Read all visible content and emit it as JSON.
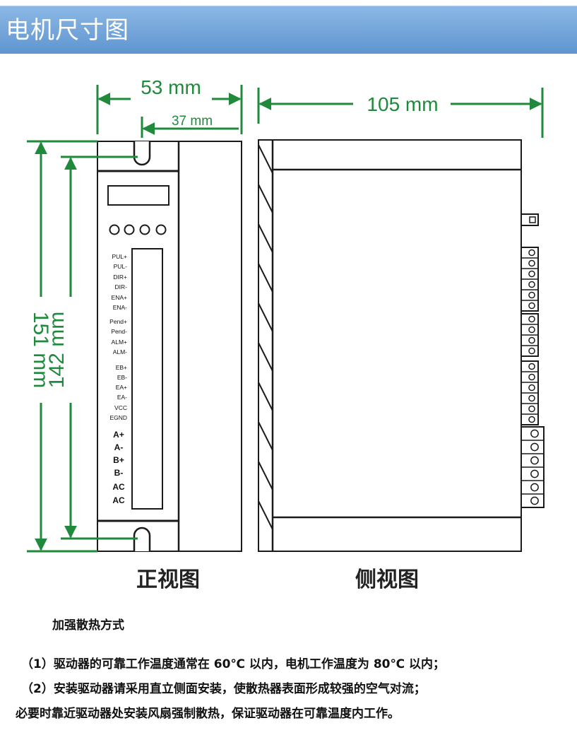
{
  "header": {
    "title": "电机尺寸图"
  },
  "dimensions": {
    "width_total": "53 mm",
    "width_slot": "37 mm",
    "depth": "105 mm",
    "height_total": "151 mm",
    "height_holes": "142 mm"
  },
  "front_view": {
    "caption": "正视图",
    "signal_terminals": [
      "PUL+",
      "PUL-",
      "DIR+",
      "DIR-",
      "ENA+",
      "ENA-",
      "Pend+",
      "Pend-",
      "ALM+",
      "ALM-",
      "EB+",
      "EB-",
      "EA+",
      "EA-",
      "VCC",
      "EGND"
    ],
    "power_terminals": [
      "A+",
      "A-",
      "B+",
      "B-",
      "AC",
      "AC"
    ]
  },
  "side_view": {
    "caption": "侧视图"
  },
  "cooling": {
    "title": "加强散热方式",
    "lines": [
      "（1）驱动器的可靠工作温度通常在 60℃ 以内，电机工作温度为 80℃ 以内；",
      "（2）安装驱动器请采用直立侧面安装，使散热器表面形成较强的空气对流；",
      "必要时靠近驱动器处安装风扇强制散热，保证驱动器在可靠温度内工作。"
    ]
  },
  "colors": {
    "dimension": "#1f8a3b",
    "header_top": "#8cb8e6",
    "header_bottom": "#5f95cf",
    "outline": "#1a1a1a"
  }
}
